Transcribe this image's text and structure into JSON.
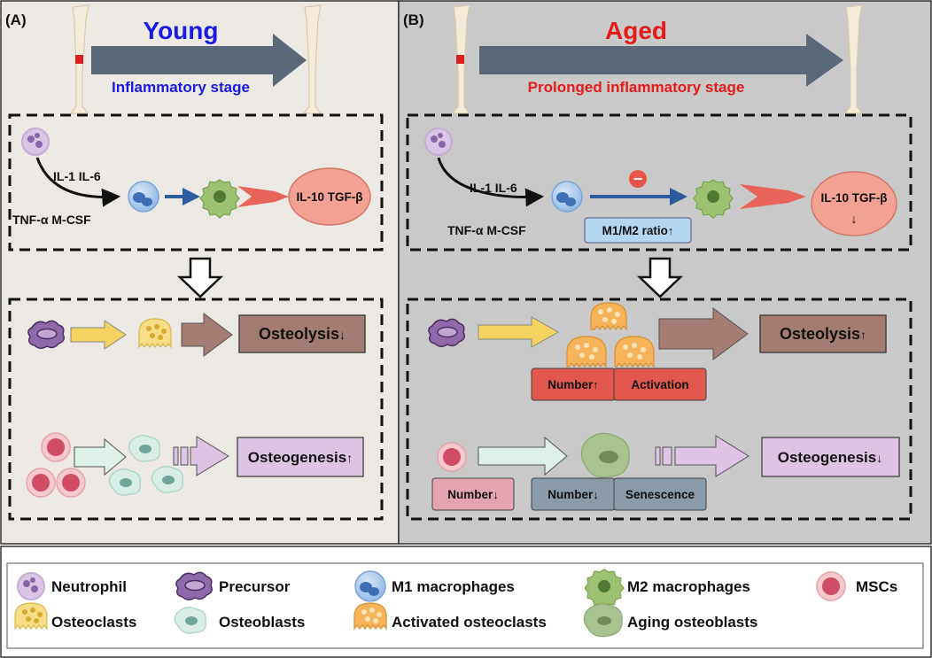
{
  "panels": {
    "a": {
      "label": "(A)",
      "title": "Young",
      "stage": "Inflammatory stage",
      "cytokines_top": "IL-1 IL-6",
      "cytokines_bottom": "TNF-α M-CSF",
      "anti_inflammatory": "IL-10 TGF-β",
      "osteolysis": "Osteolysis",
      "osteogenesis": "Osteogenesis",
      "osteolysis_trend": "↓",
      "osteogenesis_trend": "↑"
    },
    "b": {
      "label": "(B)",
      "title": "Aged",
      "stage": "Prolonged inflammatory stage",
      "cytokines_top": "IL-1 IL-6",
      "cytokines_bottom": "TNF-α M-CSF",
      "inhibit_symbol": "−",
      "ratio_label": "M1/M2 ratio",
      "ratio_trend": "↑",
      "anti_inflammatory": "IL-10 TGF-β",
      "anti_trend": "↓",
      "number_up": "Number",
      "number_up_trend": "↑",
      "activation": "Activation",
      "osteolysis": "Osteolysis",
      "osteolysis_trend": "↑",
      "msc_number": "Number",
      "msc_trend": "↓",
      "ob_number": "Number",
      "ob_trend": "↓",
      "senescence": "Senescence",
      "osteogenesis": "Osteogenesis",
      "osteogenesis_trend": "↓"
    }
  },
  "legend": [
    {
      "label": "Neutrophil",
      "icon": "neutrophil-icon"
    },
    {
      "label": "Precursor",
      "icon": "precursor-icon"
    },
    {
      "label": "M1 macrophages",
      "icon": "m1-macrophage-icon"
    },
    {
      "label": "M2 macrophages",
      "icon": "m2-macrophage-icon"
    },
    {
      "label": "MSCs",
      "icon": "msc-icon"
    },
    {
      "label": "Osteoclasts",
      "icon": "osteoclast-icon"
    },
    {
      "label": "Osteoblasts",
      "icon": "osteoblast-icon"
    },
    {
      "label": "Activated osteoclasts",
      "icon": "activated-osteoclast-icon"
    },
    {
      "label": "Aging osteoblasts",
      "icon": "aging-osteoblast-icon"
    }
  ],
  "colors": {
    "young_title": "#1a1ae6",
    "aged_title": "#e61a1a",
    "panel_a_bg": "#ece8e3",
    "panel_b_bg": "#c9c9c9",
    "arrow_main": "#5a6878",
    "osteolysis_box": "#a57c73",
    "osteogenesis_box": "#ddc4e2",
    "il10_oval": "#f2a193"
  }
}
